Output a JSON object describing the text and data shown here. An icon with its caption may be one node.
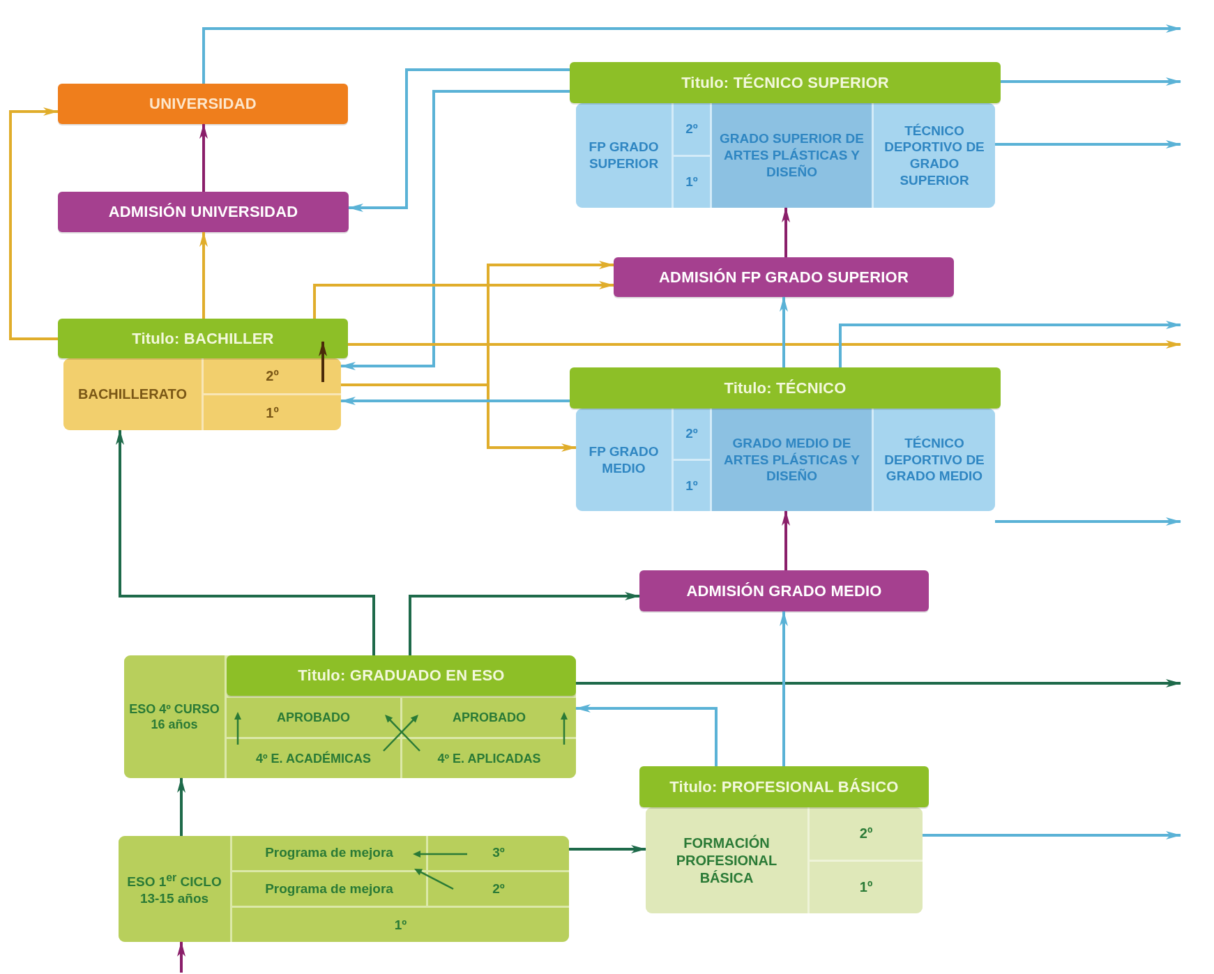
{
  "diagram": {
    "nodes": [
      {
        "text": [
          "UNIVERSIDAD"
        ]
      },
      {
        "text": [
          "ADMISIÓN UNIVERSIDAD"
        ]
      },
      {
        "text": [
          "Titulo: BACHILLER"
        ]
      },
      {
        "text": [
          "BACHILLERATO",
          "2º",
          "1º"
        ]
      },
      {
        "text": [
          "Titulo: TÉCNICO SUPERIOR"
        ]
      },
      {
        "text": [
          "FP GRADO SUPERIOR",
          "2º",
          "1º",
          "GRADO SUPERIOR DE ARTES PLÁSTICAS Y DISEÑO",
          "TÉCNICO DEPORTIVO DE GRADO SUPERIOR"
        ]
      },
      {
        "text": [
          "ADMISIÓN FP GRADO SUPERIOR"
        ]
      },
      {
        "text": [
          "Titulo: TÉCNICO"
        ]
      },
      {
        "text": [
          "FP GRADO MEDIO",
          "2º",
          "1º",
          "GRADO MEDIO DE ARTES PLÁSTICAS Y DISEÑO",
          "TÉCNICO DEPORTIVO DE GRADO MEDIO"
        ]
      },
      {
        "text": [
          "ADMISIÓN GRADO MEDIO"
        ]
      },
      {
        "text": [
          "ESO 4º CURSO 16 años",
          "APROBADO",
          "APROBADO",
          "4º E. ACADÉMICAS",
          "4º E. APLICADAS"
        ]
      },
      {
        "text": [
          "Titulo: GRADUADO EN ESO"
        ],
        "in": 10
      },
      {
        "text": [
          "Titulo: PROFESIONAL BÁSICO"
        ]
      },
      {
        "text": [
          "FORMACIÓN PROFESIONAL BÁSICA",
          "2º",
          "1º"
        ]
      },
      {
        "text": [
          "ESO 1$^{er}$ CICLO 13-15 años",
          "Programa de mejora",
          "3º",
          "Programa de mejora",
          "2º",
          "1º"
        ]
      }
    ],
    "edges": [
      {
        "from": 0,
        "to": null,
        "arrow": "to"
      },
      {
        "from": 2,
        "to": 0,
        "arrow": "to",
        "color": "#e0ad2b"
      },
      {
        "from": 1,
        "to": 0,
        "arrow": "to",
        "color": "#8a1f6a"
      },
      {
        "from": 2,
        "to": 1,
        "arrow": "to",
        "color": "#e0ad2b"
      },
      {
        "from": 3,
        "to": 2,
        "arrow": "to",
        "color": "#4a2a0a"
      },
      {
        "from": 4,
        "to": 1,
        "arrow": "to"
      },
      {
        "from": 4,
        "to": 3,
        "arrow": "to"
      },
      {
        "from": 2,
        "to": 6,
        "arrow": "to",
        "color": "#e0ad2b"
      },
      {
        "from": 3,
        "to": 6,
        "arrow": "to",
        "color": "#e0ad2b"
      },
      {
        "from": 3,
        "to": 8,
        "arrow": "to",
        "color": "#e0ad2b"
      },
      {
        "from": 2,
        "to": null,
        "arrow": "to",
        "color": "#e0ad2b"
      },
      {
        "from": 7,
        "to": 3,
        "arrow": "to"
      },
      {
        "from": 5,
        "to": null,
        "arrow": "to"
      },
      {
        "from": 4,
        "to": null,
        "arrow": "to"
      },
      {
        "from": 6,
        "to": 5,
        "arrow": "to",
        "color": "#8a1f6a"
      },
      {
        "from": 7,
        "to": 6,
        "arrow": "to"
      },
      {
        "from": 7,
        "to": null,
        "arrow": "to"
      },
      {
        "from": 8,
        "to": null,
        "arrow": "to"
      },
      {
        "from": 9,
        "to": 8,
        "arrow": "to",
        "color": "#8a1f6a"
      },
      {
        "from": 11,
        "to": 3,
        "arrow": "to",
        "color": "#1e6a4a"
      },
      {
        "from": 11,
        "to": 9,
        "arrow": "to",
        "color": "#1e6a4a"
      },
      {
        "from": 11,
        "to": null,
        "arrow": "to",
        "color": "#1e6a4a"
      },
      {
        "from": 12,
        "to": 10,
        "arrow": "to"
      },
      {
        "from": 12,
        "to": 9,
        "arrow": "to"
      },
      {
        "from": 13,
        "to": null,
        "arrow": "to"
      },
      {
        "from": 14,
        "to": 13,
        "arrow": "to",
        "color": "#1e6a4a"
      },
      {
        "from": 14,
        "to": 10,
        "arrow": "to",
        "color": "#1e6a4a"
      },
      {
        "from": null,
        "to": 14,
        "arrow": "to",
        "color": "#8a1f6a"
      }
    ]
  }
}
